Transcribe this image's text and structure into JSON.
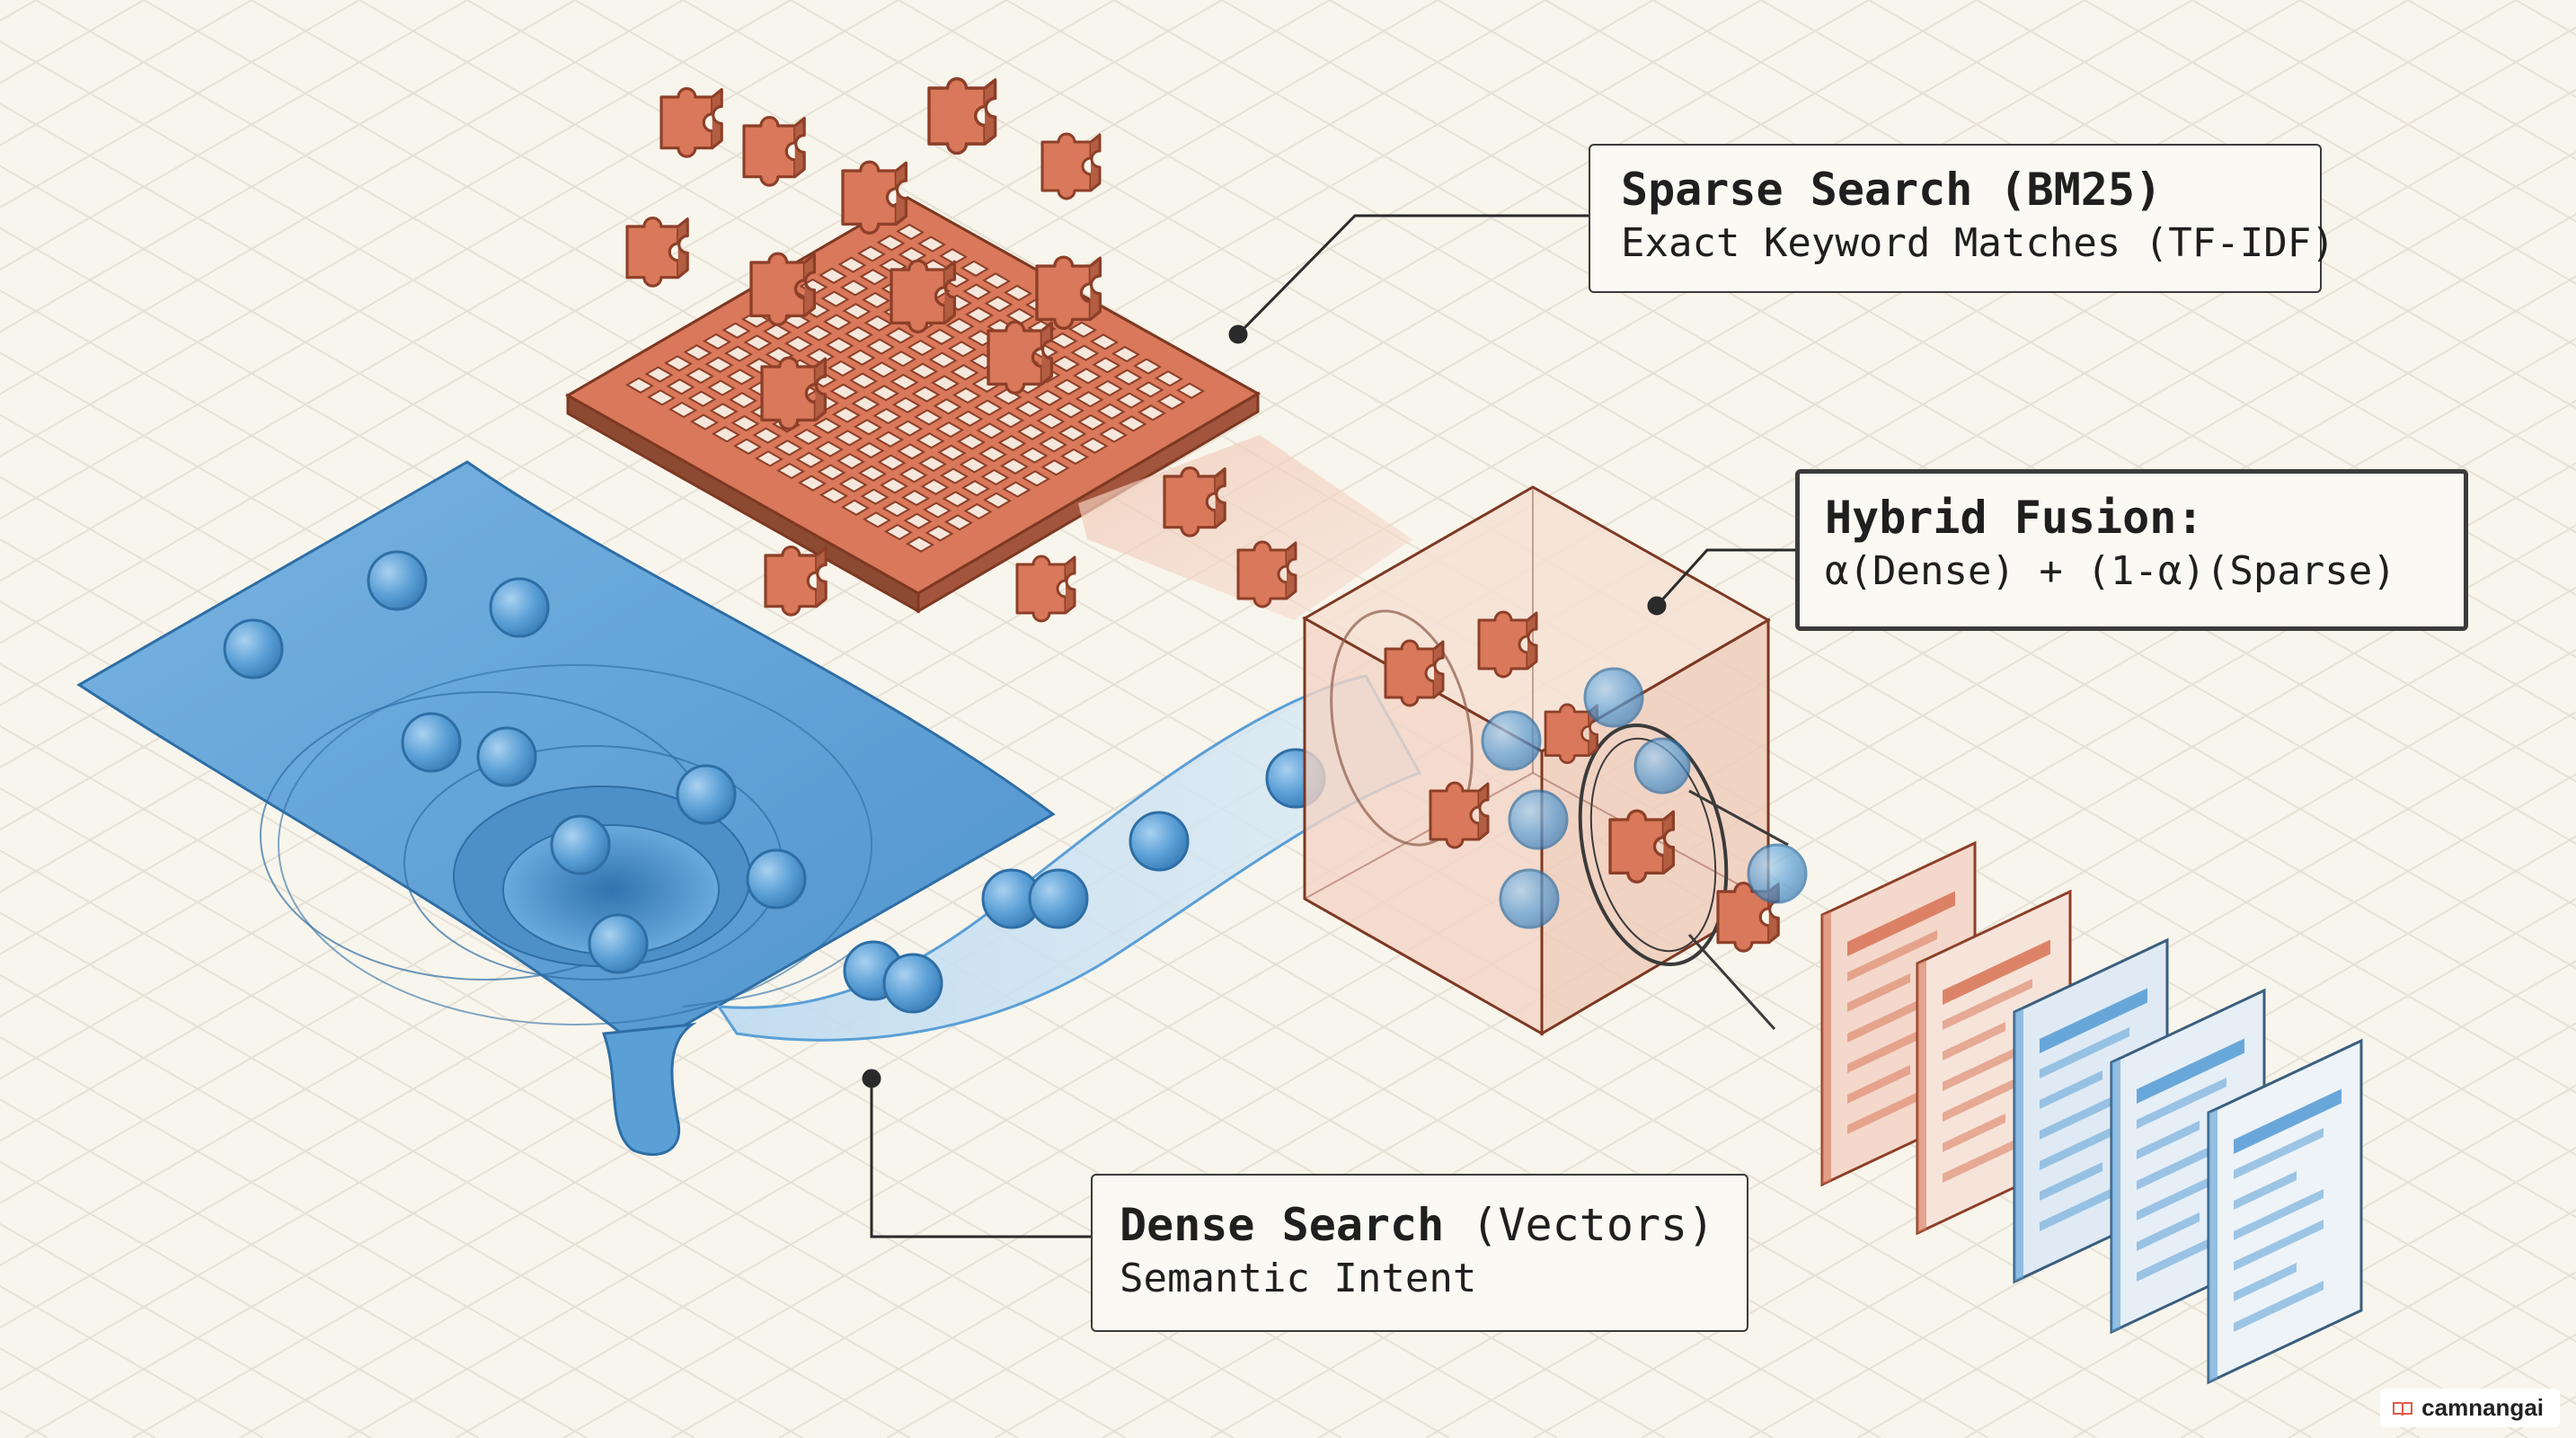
{
  "labels": {
    "sparse": {
      "title": "Sparse Search (BM25)",
      "subtitle": "Exact Keyword Matches (TF-IDF)"
    },
    "fusion": {
      "title": "Hybrid Fusion:",
      "subtitle": "α(Dense) + (1-α)(Sparse)"
    },
    "dense": {
      "title": "Dense Search",
      "title_suffix": " (Vectors)",
      "subtitle": "Semantic Intent"
    }
  },
  "watermark": {
    "text": "camnangai",
    "icon": "book-icon"
  },
  "colors": {
    "background": "#f8f5ec",
    "grid": "#e4dfd2",
    "sparse": "#d9785a",
    "sparse_dark": "#9c4a32",
    "dense": "#5a9fd6",
    "dense_dark": "#2f6ea3",
    "fusion_cube": "#f3d5c6",
    "ink": "#2a2a2a"
  },
  "icons": [
    "puzzle-piece-icon",
    "vector-sphere-icon",
    "document-icon",
    "fusion-cube-icon",
    "funnel-icon"
  ]
}
